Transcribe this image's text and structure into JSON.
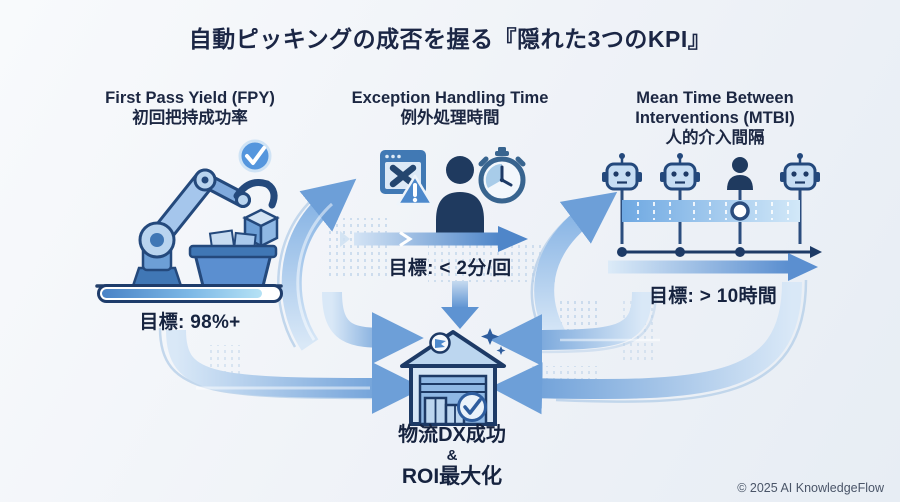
{
  "title": "自動ピッキングの成否を握る『隠れた3つのKPI』",
  "kpis": [
    {
      "title_en": "First Pass Yield (FPY)",
      "title_ja": "初回把持成功率",
      "goal": "目標: 98%+",
      "icon": "robot-arm-picking-icon"
    },
    {
      "title_en": "Exception Handling Time",
      "title_ja": "例外処理時間",
      "goal": "目標: < 2分/回",
      "icon": "error-window-person-stopwatch-icons"
    },
    {
      "title_en": "Mean Time Between",
      "title_en2": "Interventions (MTBI)",
      "title_ja": "人的介入間隔",
      "goal": "目標: > 10時間",
      "icon": "robot-timeline-icon"
    }
  ],
  "outcome": {
    "line1": "物流DX成功",
    "line2": "&",
    "line3": "ROI最大化",
    "icon": "warehouse-check-icon"
  },
  "footer": {
    "copyright": "© 2025 AI KnowledgeFlow"
  },
  "colors": {
    "background": "#f0f3f8",
    "text_dark": "#1c2742",
    "navy": "#1f3a5f",
    "primary_blue": "#4179b4",
    "light_blue": "#bcd6ef",
    "accent_cyan": "#9fd4ee",
    "arrow_blue": "#6d9fd8"
  }
}
